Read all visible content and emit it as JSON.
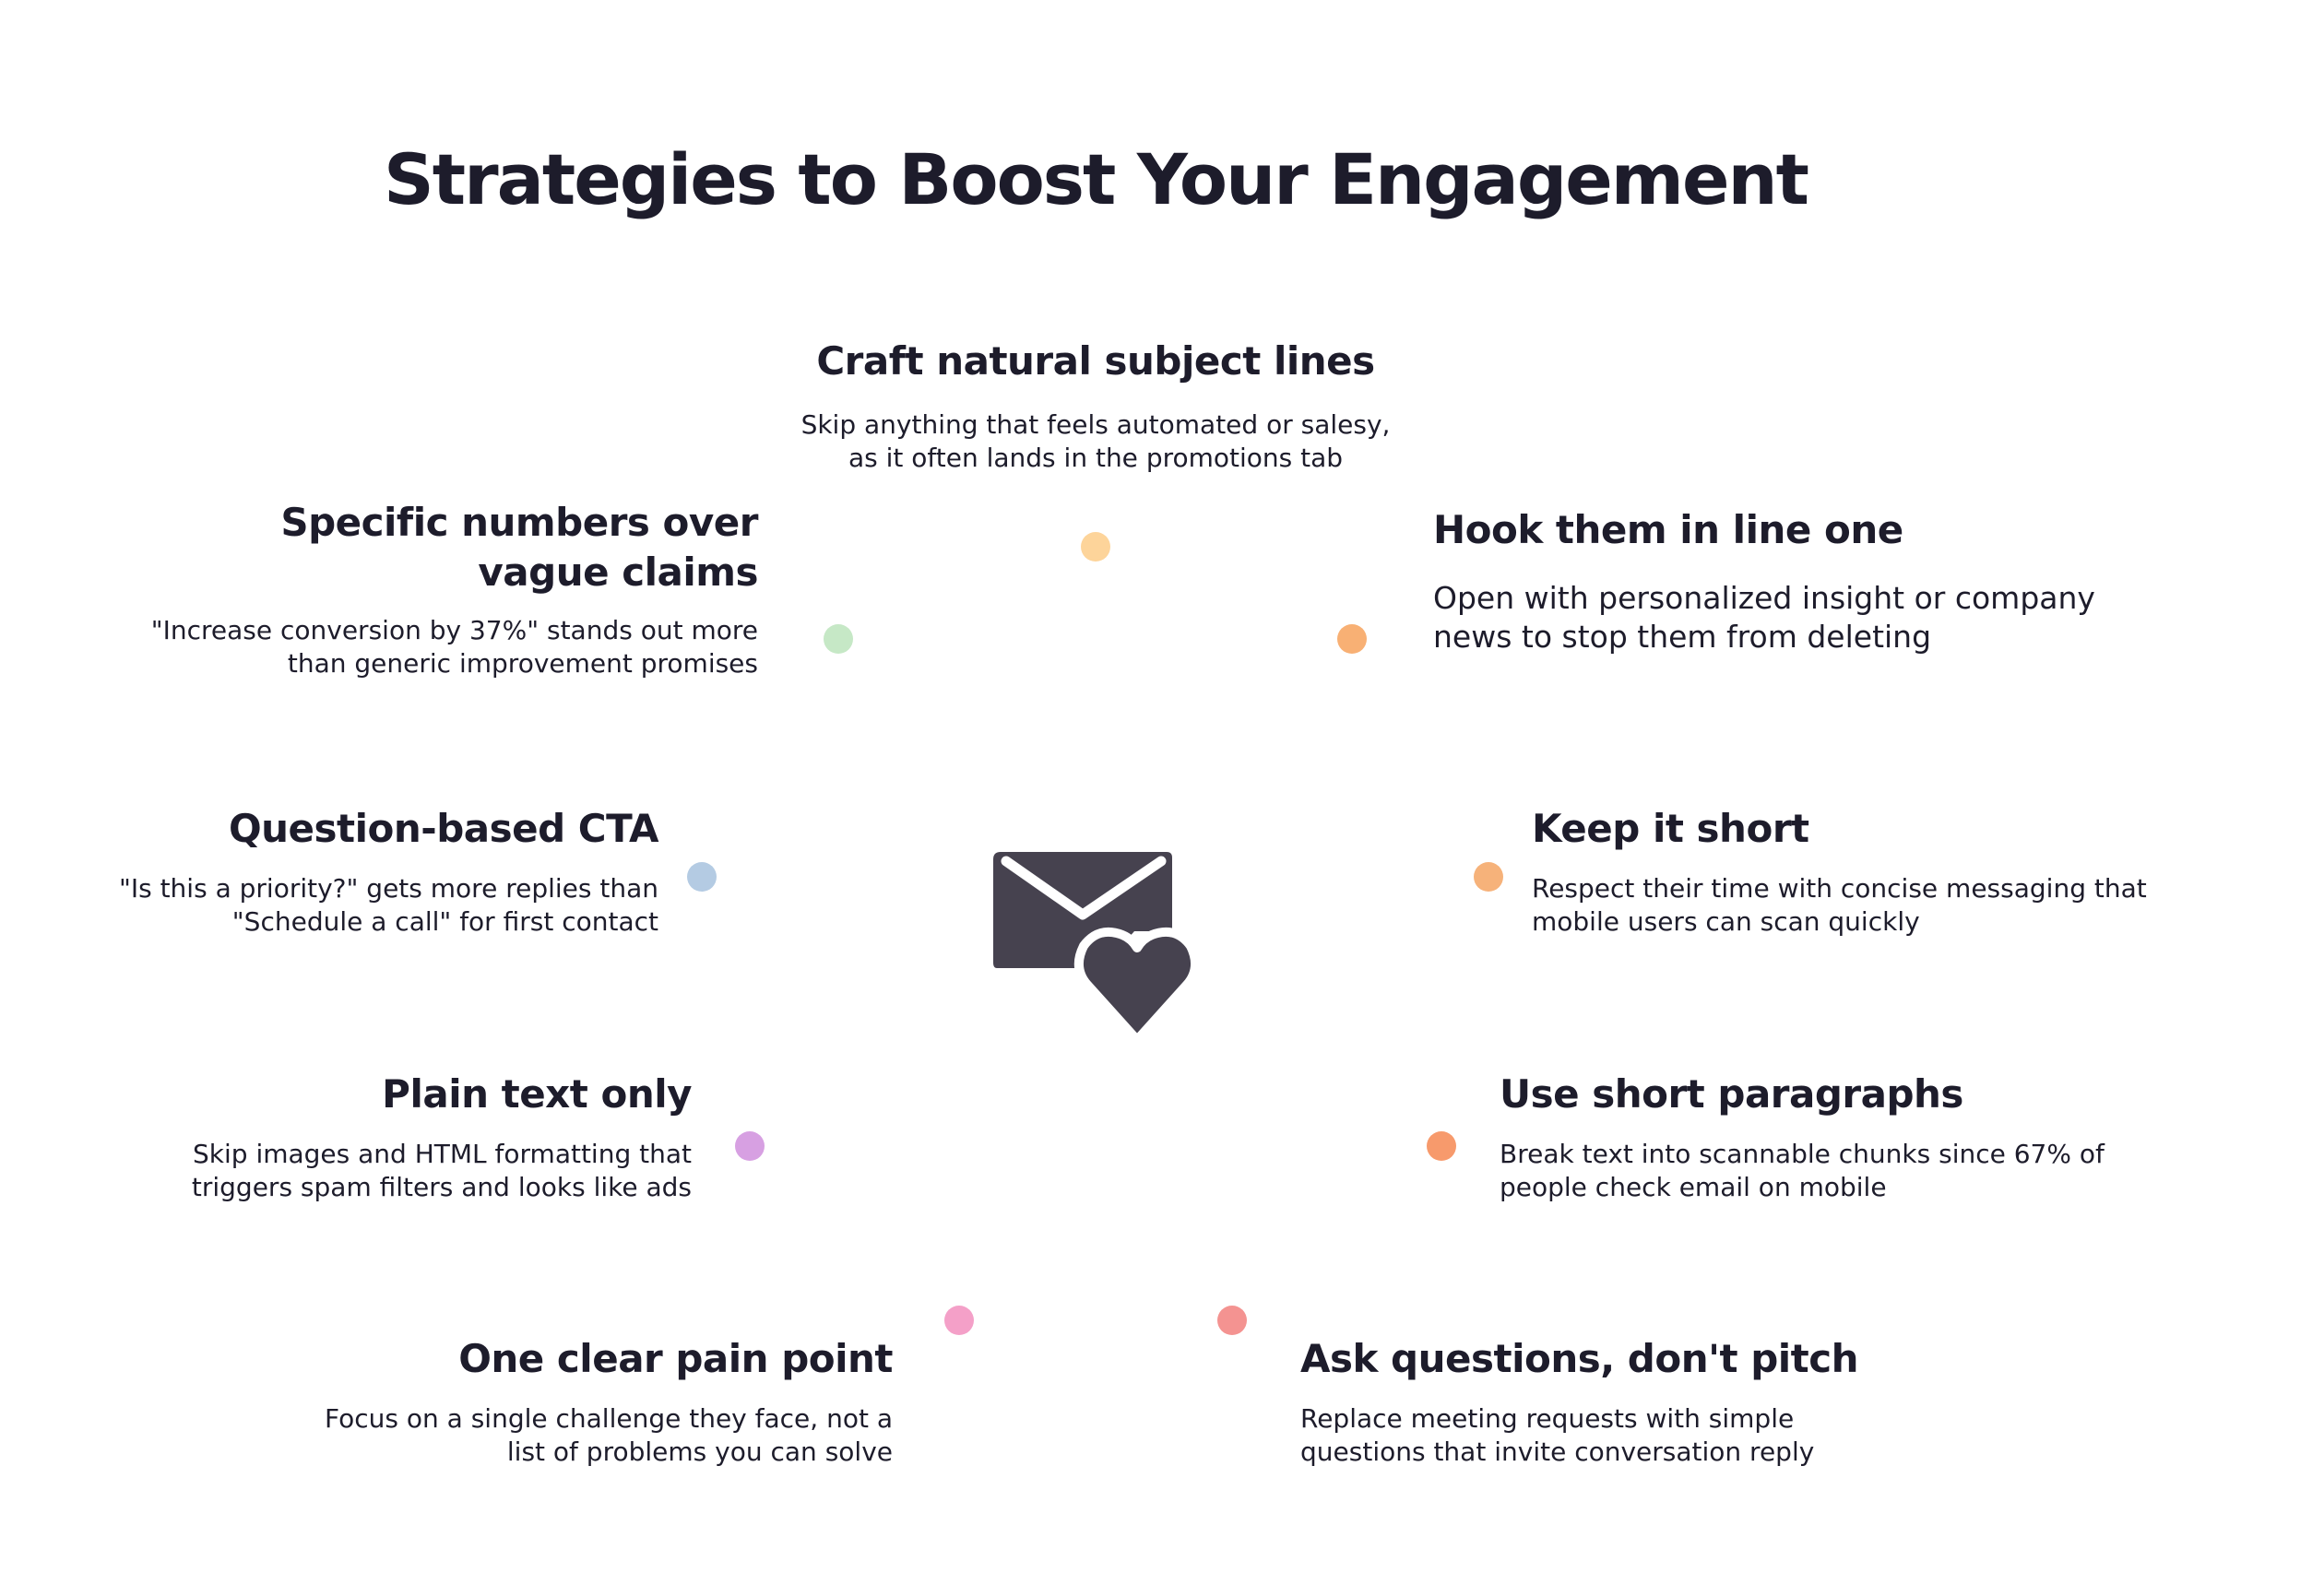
{
  "title": "Strategies to Boost Your Engagement",
  "center_icon": "envelope-heart-icon",
  "colors": {
    "text": "#1d1c2b",
    "icon": "#46424f"
  },
  "items": [
    {
      "heading": "Craft natural subject lines",
      "description_lines": [
        "Skip anything that feels automated or salesy,",
        "as it often lands in the promotions tab"
      ],
      "dot_color": "#fdd49a"
    },
    {
      "heading": "Hook them in line one",
      "description_lines": [
        "Open with personalized insight or company",
        "news to stop them from deleting"
      ],
      "dot_color": "#f8b074"
    },
    {
      "heading": "Keep it short",
      "description_lines": [
        "Respect their time with concise messaging that",
        "mobile users can scan quickly"
      ],
      "dot_color": "#f6b27a"
    },
    {
      "heading": "Use short paragraphs",
      "description_lines": [
        "Break text into scannable chunks since 67% of",
        "people check email on mobile"
      ],
      "dot_color": "#f79a6c"
    },
    {
      "heading": "Ask questions, don't pitch",
      "description_lines": [
        "Replace meeting requests with simple",
        "questions that invite conversation reply"
      ],
      "dot_color": "#f49391"
    },
    {
      "heading": "One clear pain point",
      "description_lines": [
        "Focus on a single challenge they face, not a",
        "list of problems you can solve"
      ],
      "dot_color": "#f4a0c8"
    },
    {
      "heading": "Plain text only",
      "description_lines": [
        "Skip images and HTML formatting that",
        "triggers spam filters and looks like ads"
      ],
      "dot_color": "#d7a0e2"
    },
    {
      "heading": "Question-based CTA",
      "description_lines": [
        "\"Is this a priority?\" gets more replies than",
        "\"Schedule a call\" for first contact"
      ],
      "dot_color": "#b4cbe3"
    },
    {
      "heading_lines": [
        "Specific numbers over",
        "vague claims"
      ],
      "description_lines": [
        "\"Increase conversion by 37%\" stands out more",
        "than generic improvement promises"
      ],
      "dot_color": "#c6e8c6"
    }
  ]
}
